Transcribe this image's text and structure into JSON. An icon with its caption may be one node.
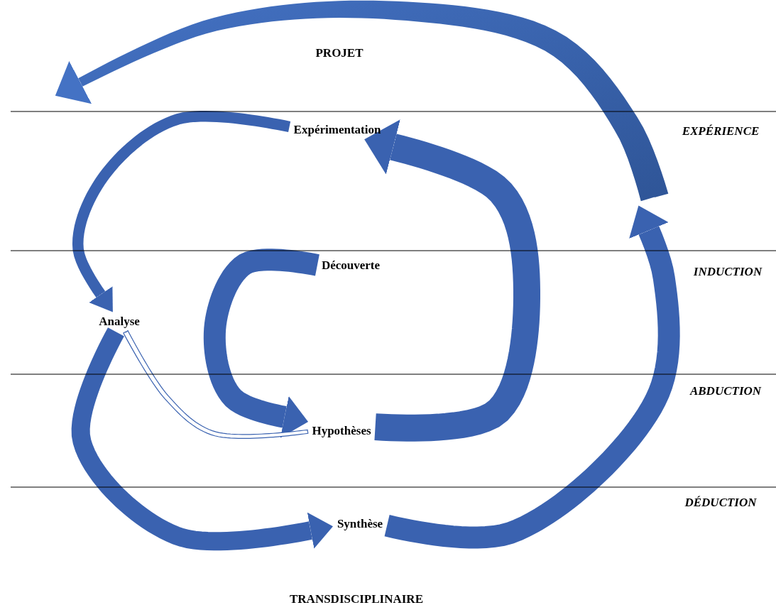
{
  "diagram": {
    "nodes": [
      {
        "text": [
          "Expérimentation"
        ]
      },
      {
        "text": [
          "Découverte"
        ]
      },
      {
        "text": [
          "Analyse"
        ]
      },
      {
        "text": [
          "Hypothèses"
        ]
      },
      {
        "text": [
          "Synthèse"
        ]
      }
    ],
    "edges": [
      {
        "from": 0,
        "to": 2,
        "arrow": "to"
      },
      {
        "from": 1,
        "to": 3,
        "arrow": "to"
      },
      {
        "from": 2,
        "to": 3,
        "arrow": "none"
      },
      {
        "from": 3,
        "to": 0,
        "arrow": "to"
      },
      {
        "from": 2,
        "to": 4,
        "arrow": "to"
      },
      {
        "from": 4,
        "to": null,
        "arrow": "to"
      }
    ],
    "labels": [
      "PROJET",
      "EXPÉRIENCE",
      "INDUCTION",
      "ABDUCTION",
      "DÉDUCTION",
      "TRANSDISCIPLINAIRE"
    ]
  }
}
